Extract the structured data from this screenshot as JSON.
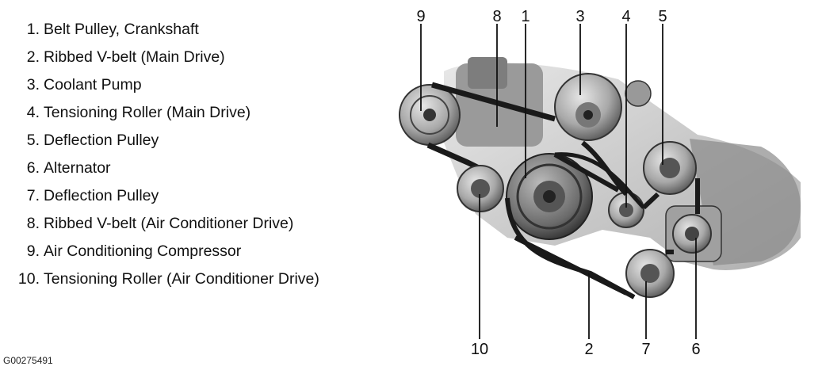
{
  "legend": [
    {
      "number": "1.",
      "label": "Belt Pulley, Crankshaft"
    },
    {
      "number": "2.",
      "label": "Ribbed V-belt (Main Drive)"
    },
    {
      "number": "3.",
      "label": "Coolant Pump"
    },
    {
      "number": "4.",
      "label": "Tensioning Roller (Main Drive)"
    },
    {
      "number": "5.",
      "label": "Deflection Pulley"
    },
    {
      "number": "6.",
      "label": "Alternator"
    },
    {
      "number": "7.",
      "label": "Deflection Pulley"
    },
    {
      "number": "8.",
      "label": "Ribbed V-belt (Air Conditioner Drive)"
    },
    {
      "number": "9.",
      "label": "Air Conditioning Compressor"
    },
    {
      "number": "10.",
      "label": "Tensioning Roller (Air Conditioner Drive)"
    }
  ],
  "callouts": {
    "c9": "9",
    "c8": "8",
    "c1": "1",
    "c3": "3",
    "c4": "4",
    "c5": "5",
    "c10": "10",
    "c2": "2",
    "c7": "7",
    "c6": "6"
  },
  "image_code": "G00275491"
}
